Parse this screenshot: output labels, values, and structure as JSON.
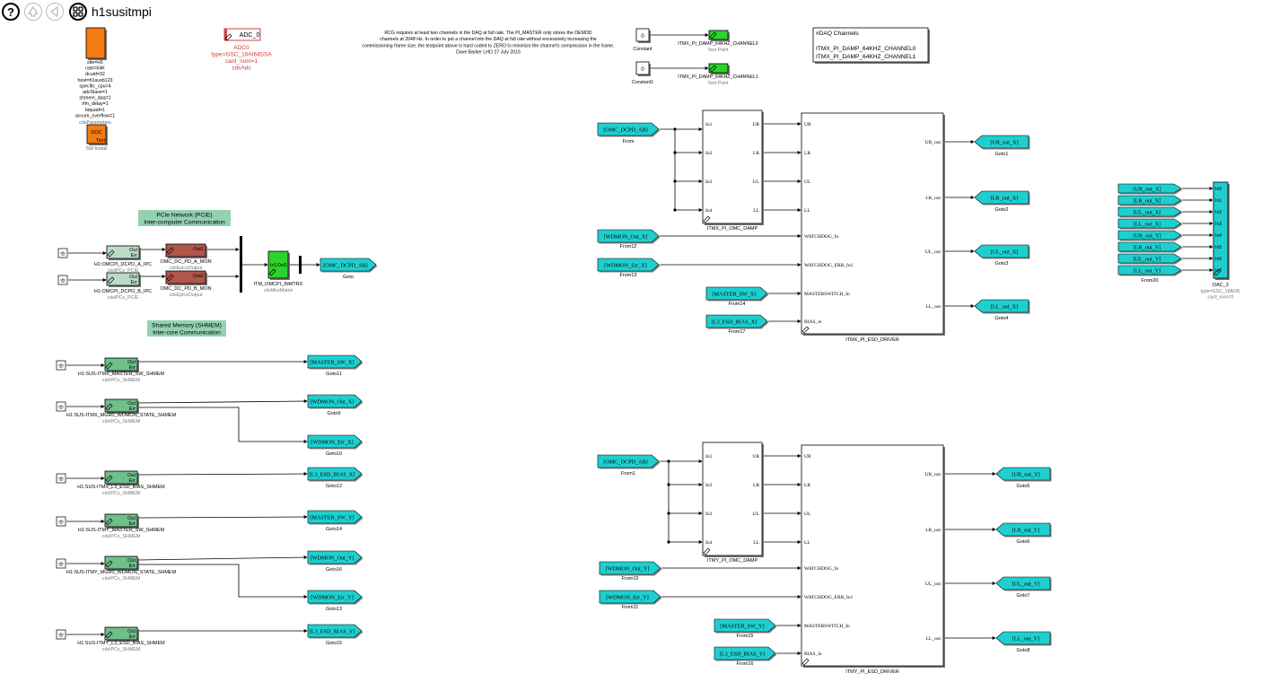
{
  "app": {
    "title": "h1susitmpi",
    "toolbar": {
      "help_icon": "?",
      "up_icon": "up-icon",
      "back_icon": "back-icon",
      "grid_icon": "grid-icon"
    }
  },
  "params_block": {
    "lines": [
      "site=H1",
      "rate=64K",
      "dcuid=32",
      "host=h1susb123",
      "specific_cpu=4",
      "adcSlave=1",
      "shmem_daq=1",
      "rfm_delay=1",
      "biquad=1",
      "accum_overflow=1"
    ],
    "caption": "cdsParameters"
  },
  "doc_block": {
    "label_top": "DOC",
    "label_bottom": "Text",
    "caption": "SW Install"
  },
  "adc_block": {
    "label": "ADC_0",
    "lines": [
      "ADC0",
      "type=GSC_16AI64SSA",
      "card_num=1",
      "cdsAdc"
    ]
  },
  "note": {
    "lines": [
      "RCG requires at least two channels in the DAQ at full rate. The PI_MASTER only stores the DEMOD",
      "channels at 2048 Hz. In order to put a channel into the DAQ at full rate without excessively increasing the",
      "commissioning frame size, the testpoint above is hard coded to ZERO to minimize the channel's compression in the frame.",
      "Dave Barker LHO 27 July 2015"
    ]
  },
  "constants": [
    {
      "value": "0",
      "caption": "Constant",
      "tp_name": "ITMX_PI_DAMP_64KHZ_CHANNEL0",
      "tp_caption": "Test Point"
    },
    {
      "value": "0",
      "caption": "Constant1",
      "tp_name": "ITMX_PI_DAMP_64KHZ_CHANNEL1",
      "tp_caption": "Test Point"
    }
  ],
  "daq_box": {
    "title": "#DAQ Channels",
    "lines": [
      "ITMX_PI_DAMP_64KHZ_CHANNEL0",
      "ITMX_PI_DAMP_64KHZ_CHANNEL1"
    ]
  },
  "pcie_label": [
    "PCIe Network (PCIE)",
    "Inter-computer Communication"
  ],
  "shmem_label": [
    "Shared Memory (SHMEM)",
    "Inter-core Communication"
  ],
  "pcie_blocks": [
    {
      "out1": "Out",
      "out2": "Err",
      "name": "H1:OMCPI_DCPD_A_IPC",
      "type": "cdsIPCx_PCIE",
      "epics": "OMC_DC_PD_A_MON",
      "epics_type": "cdsEpicsOutput",
      "epics_port": "Out1"
    },
    {
      "out1": "Out",
      "out2": "Err",
      "name": "H1:OMCPI_DCPD_B_IPC",
      "type": "cdsIPCx_PCIE",
      "epics": "OMC_DC_PD_B_MON",
      "epics_type": "cdsEpicsOutput",
      "epics_port": "Out1"
    }
  ],
  "mux": {
    "port_in": "In1",
    "port_out": "Out1",
    "name": "ITM_OMCPI_INMTRX",
    "type": "cdsMuxMatrix"
  },
  "goto_main": {
    "tag": "[OMC_DCPD_AB]",
    "caption": "Goto"
  },
  "shmem_blocks": [
    {
      "out1": "Out",
      "out2": "Err",
      "name": "H1:SUS-ITMX_MASTER_SW_SHMEM",
      "type": "cdsIPCx_SHMEM"
    },
    {
      "out1": "Out",
      "out2": "Err",
      "name": "H1:SUS-ITMX_MGR0_WDMON_STATE_SHMEM",
      "type": "cdsIPCx_SHMEM"
    },
    {
      "out1": "Out",
      "out2": "Err",
      "name": "H1:SUS-ITMX_L3_ESD_BIAS_SHMEM",
      "type": "cdsIPCx_SHMEM"
    },
    {
      "out1": "Out",
      "out2": "Err",
      "name": "H1:SUS-ITMY_MASTER_SW_SHMEM",
      "type": "cdsIPCx_SHMEM"
    },
    {
      "out1": "Out",
      "out2": "Err",
      "name": "H1:SUS-ITMY_MGR0_WDMON_STATE_SHMEM",
      "type": "cdsIPCx_SHMEM"
    },
    {
      "out1": "Out",
      "out2": "Err",
      "name": "H1:SUS-ITMY_L3_ESD_BIAS_SHMEM",
      "type": "cdsIPCx_SHMEM"
    }
  ],
  "shmem_gotos": [
    {
      "tag": "[MASTER_SW_X]",
      "caption": "Goto11"
    },
    {
      "tag": "[WDMON_Out_X]",
      "caption": "Goto9"
    },
    {
      "tag": "[WDMON_Err_X]",
      "caption": "Goto10"
    },
    {
      "tag": "[L3_ESD_BIAS_X]",
      "caption": "Goto12"
    },
    {
      "tag": "[MASTER_SW_Y]",
      "caption": "Goto14"
    },
    {
      "tag": "[WDMON_Out_Y]",
      "caption": "Goto16"
    },
    {
      "tag": "[WDMON_Err_Y]",
      "caption": "Goto13"
    },
    {
      "tag": "[L3_ESD_BIAS_Y]",
      "caption": "Goto15"
    }
  ],
  "itmx": {
    "from_dcpd": {
      "tag": "[OMC_DCPD_AB]",
      "caption": "From"
    },
    "damp": {
      "name": "ITMX_PI_OMC_DAMP",
      "inputs": [
        "In1",
        "In2",
        "In3",
        "In4"
      ],
      "outputs": [
        "UR",
        "LR",
        "UL",
        "LL"
      ]
    },
    "froms": [
      {
        "tag": "[WDMON_Out_X]",
        "caption": "From12"
      },
      {
        "tag": "[WDMON_Err_X]",
        "caption": "From13"
      },
      {
        "tag": "[MASTER_SW_X]",
        "caption": "From14"
      },
      {
        "tag": "[L3_ESD_BIAS_X]",
        "caption": "From17"
      }
    ],
    "driver": {
      "name": "ITMX_PI_ESD_DRIVER",
      "inputs": [
        "UR",
        "LR",
        "UL",
        "LL",
        "WATCHDOG_In",
        "WATCHDOG_ERR_In1",
        "MASTERSWITCH_In",
        "BIAS_in"
      ],
      "outputs": [
        "UR_out",
        "LR_out",
        "UL_out",
        "LL_out"
      ]
    },
    "gotos": [
      {
        "tag": "[UR_out_X]",
        "caption": "Goto1"
      },
      {
        "tag": "[LR_out_X]",
        "caption": "Goto2"
      },
      {
        "tag": "[UL_out_X]",
        "caption": "Goto3"
      },
      {
        "tag": "[LL_out_X]",
        "caption": "Goto4"
      }
    ]
  },
  "itmy": {
    "from_dcpd": {
      "tag": "[OMC_DCPD_AB]",
      "caption": "From1"
    },
    "damp": {
      "name": "ITMY_PI_OMC_DAMP",
      "inputs": [
        "In1",
        "In2",
        "In3",
        "In4"
      ],
      "outputs": [
        "UR",
        "LR",
        "UL",
        "LL"
      ]
    },
    "froms": [
      {
        "tag": "[WDMON_Out_Y]",
        "caption": "From10"
      },
      {
        "tag": "[WDMON_Err_Y]",
        "caption": "From11"
      },
      {
        "tag": "[MASTER_SW_Y]",
        "caption": "From15"
      },
      {
        "tag": "[L3_ESD_BIAS_Y]",
        "caption": "From16"
      }
    ],
    "driver": {
      "name": "ITMY_PI_ESD_DRIVER",
      "inputs": [
        "UR",
        "LR",
        "UL",
        "LL",
        "WATCHDOG_In",
        "WATCHDOG_ERR_In1",
        "MASTERSWITCH_In",
        "BIAS_in"
      ],
      "outputs": [
        "UR_out",
        "LR_out",
        "UL_out",
        "LL_out"
      ]
    },
    "gotos": [
      {
        "tag": "[UR_out_Y]",
        "caption": "Goto5"
      },
      {
        "tag": "[LR_out_Y]",
        "caption": "Goto6"
      },
      {
        "tag": "[UL_out_Y]",
        "caption": "Goto7"
      },
      {
        "tag": "[LL_out_Y]",
        "caption": "Goto8"
      }
    ]
  },
  "dac": {
    "from_tags": [
      "[UR_out_X]",
      "[LR_out_X]",
      "[UL_out_X]",
      "[LL_out_X]",
      "[UR_out_Y]",
      "[LR_out_Y]",
      "[UL_out_Y]",
      "[LL_out_Y]"
    ],
    "from_caption": "From20",
    "ports": [
      "In0",
      "In1",
      "In2",
      "In3",
      "In4",
      "In5",
      "In6",
      "In7"
    ],
    "name": "DAC_3",
    "lines": [
      "type=GSC_18AO8,",
      "card_num=0"
    ]
  },
  "colors": {
    "orange": "#f27b12",
    "green": "#2ad42a",
    "cyan": "#1fcfcf",
    "shmem": "#6fbf8a",
    "epics": "#b0564a",
    "label_bg": "#93d1b2",
    "adc_text": "#d23a3a"
  }
}
